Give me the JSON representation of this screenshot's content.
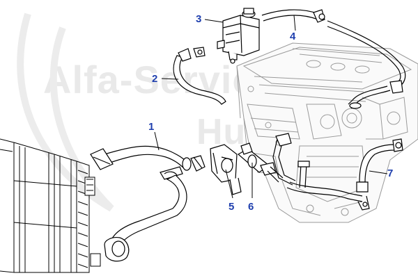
{
  "watermark": {
    "line1": "Alfa-Service",
    "line2": "Hungary"
  },
  "callouts": [
    {
      "id": "1",
      "label": "1"
    },
    {
      "id": "2",
      "label": "2"
    },
    {
      "id": "3",
      "label": "3"
    },
    {
      "id": "4",
      "label": "4"
    },
    {
      "id": "5",
      "label": "5"
    },
    {
      "id": "6",
      "label": "6"
    },
    {
      "id": "7",
      "label": "7"
    }
  ],
  "colors": {
    "callout": "#1f3fae",
    "line": "#000000",
    "hose_fill": "#ffffff",
    "watermark": "#e9e9e9",
    "engine_stroke": "#9a9a9a"
  }
}
